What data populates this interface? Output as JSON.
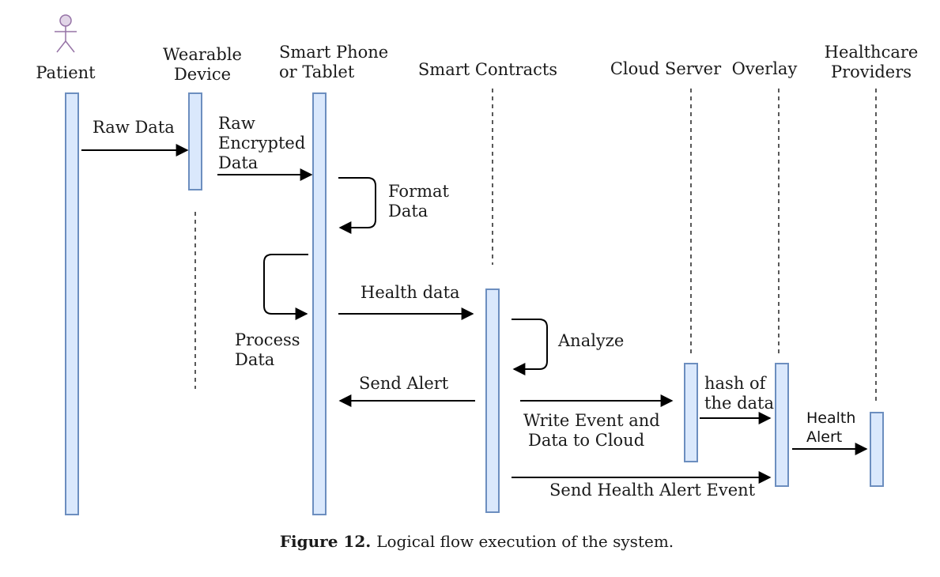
{
  "actors": {
    "patient": "Patient",
    "wearable": [
      "Wearable",
      "Device"
    ],
    "phone": [
      "Smart Phone",
      "or Tablet"
    ],
    "contracts": "Smart Contracts",
    "cloud": "Cloud Server",
    "overlay": "Overlay",
    "providers": [
      "Healthcare",
      "Providers"
    ]
  },
  "messages": {
    "raw_data": "Raw Data",
    "raw_encrypted": [
      "Raw",
      "Encrypted",
      "Data"
    ],
    "format_data": [
      "Format",
      "Data"
    ],
    "process_data": [
      "Process",
      "Data"
    ],
    "health_data": "Health data",
    "analyze": "Analyze",
    "send_alert": "Send Alert",
    "write_event": [
      "Write Event and",
      "Data to Cloud"
    ],
    "hash": [
      "hash of",
      "the data"
    ],
    "health_alert": [
      "Health",
      "Alert"
    ],
    "send_health_alert_event": "Send Health Alert Event"
  },
  "caption": {
    "label": "Figure 12.",
    "text": "Logical flow execution of the system."
  },
  "colors": {
    "activation_fill": "#dae8fc",
    "activation_stroke": "#6c8ebf",
    "actor_fill": "#e1d5e7",
    "actor_stroke": "#9673a6"
  }
}
